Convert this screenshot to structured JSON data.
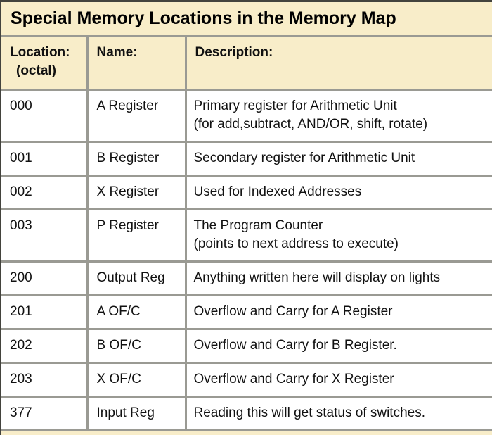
{
  "title": "Special Memory Locations in the Memory Map",
  "colors": {
    "slide_background": "#f8edc9",
    "cell_background": "#ffffff",
    "grid_line": "#9a9a93",
    "outer_border": "#43433d",
    "text": "#111111"
  },
  "table": {
    "headers": [
      {
        "label": "Location:",
        "sub": "(octal)"
      },
      {
        "label": "Name:"
      },
      {
        "label": "Description:"
      }
    ],
    "rows": [
      {
        "location": "000",
        "name": "A Register",
        "description": [
          "Primary register for Arithmetic Unit",
          "(for add,subtract, AND/OR, shift, rotate)"
        ]
      },
      {
        "location": "001",
        "name": "B Register",
        "description": [
          "Secondary register for Arithmetic Unit"
        ]
      },
      {
        "location": "002",
        "name": "X Register",
        "description": [
          "Used for Indexed Addresses"
        ]
      },
      {
        "location": "003",
        "name": "P Register",
        "description": [
          "The Program Counter",
          "(points to next address to execute)"
        ]
      },
      {
        "location": "200",
        "name": "Output Reg",
        "description": [
          "Anything written here will display on lights"
        ]
      },
      {
        "location": "201",
        "name": "A OF/C",
        "description": [
          "Overflow and Carry for A Register"
        ]
      },
      {
        "location": "202",
        "name": "B OF/C",
        "description": [
          "Overflow and Carry for B Register."
        ]
      },
      {
        "location": "203",
        "name": "X OF/C",
        "description": [
          "Overflow and Carry for X Register"
        ]
      },
      {
        "location": "377",
        "name": "Input Reg",
        "description": [
          "Reading this will get status of switches."
        ]
      }
    ]
  }
}
